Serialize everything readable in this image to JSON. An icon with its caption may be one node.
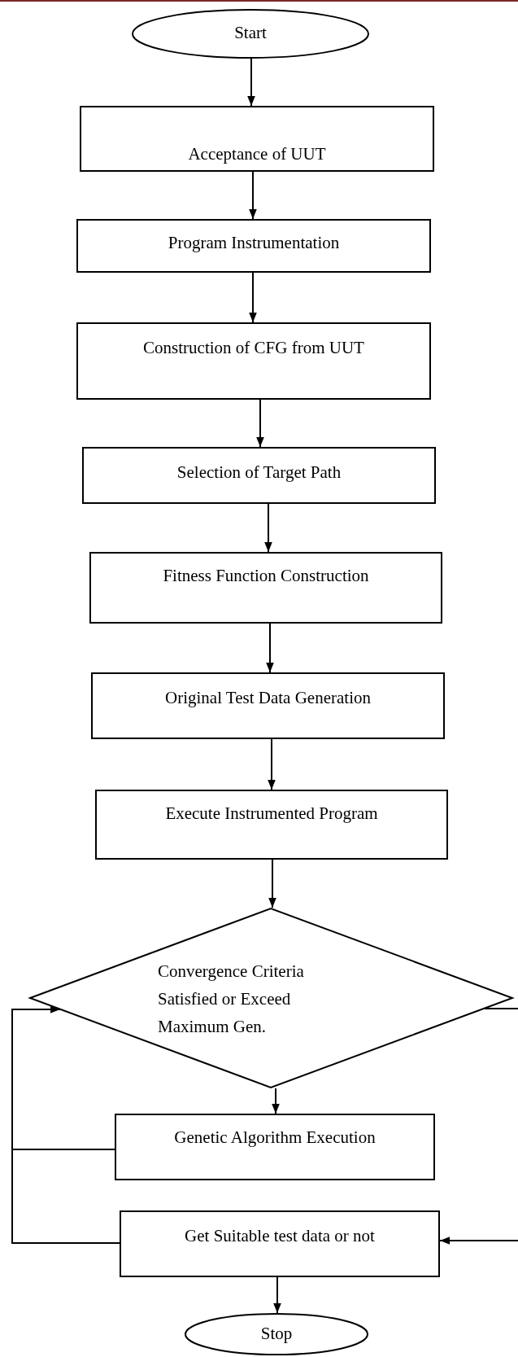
{
  "diagram": {
    "nodes": [
      {
        "text": [
          "Start"
        ]
      },
      {
        "text": [
          "Acceptance of UUT"
        ]
      },
      {
        "text": [
          "Program Instrumentation"
        ]
      },
      {
        "text": [
          "Construction of CFG from UUT"
        ]
      },
      {
        "text": [
          "Selection of Target Path"
        ]
      },
      {
        "text": [
          "Fitness Function Construction"
        ]
      },
      {
        "text": [
          "Original Test Data Generation"
        ]
      },
      {
        "text": [
          "Execute Instrumented Program"
        ]
      },
      {
        "text": [
          "Convergence Criteria Satisfied or Exceed Maximum Gen."
        ]
      },
      {
        "text": [
          "Genetic Algorithm Execution"
        ]
      },
      {
        "text": [
          "Get Suitable test data or not"
        ]
      },
      {
        "text": [
          "Stop"
        ]
      }
    ],
    "edges": [
      {
        "from": 0,
        "to": 1,
        "arrow": "to"
      },
      {
        "from": 1,
        "to": 2,
        "arrow": "to"
      },
      {
        "from": 2,
        "to": 3,
        "arrow": "to"
      },
      {
        "from": 3,
        "to": 4,
        "arrow": "to"
      },
      {
        "from": 4,
        "to": 5,
        "arrow": "to"
      },
      {
        "from": 5,
        "to": 6,
        "arrow": "to"
      },
      {
        "from": 6,
        "to": 7,
        "arrow": "to"
      },
      {
        "from": 7,
        "to": 8,
        "arrow": "to"
      },
      {
        "from": 8,
        "to": 9,
        "arrow": "to"
      },
      {
        "from": 8,
        "to": 10,
        "arrow": "to"
      },
      {
        "from": 10,
        "to": 11,
        "arrow": "to"
      },
      {
        "from": 9,
        "to": 8,
        "arrow": "to"
      },
      {
        "from": 10,
        "to": 8,
        "arrow": "to"
      }
    ]
  }
}
